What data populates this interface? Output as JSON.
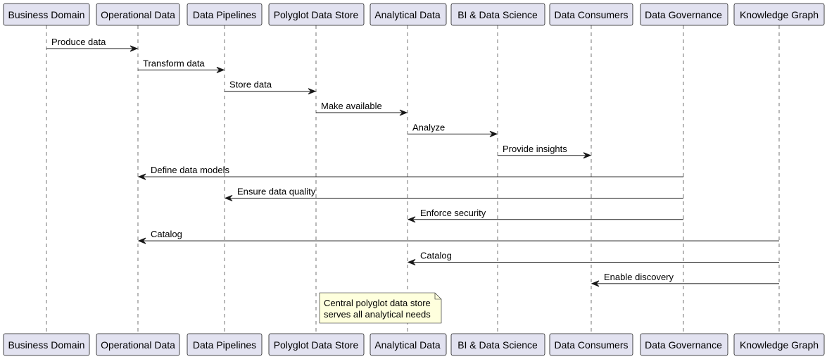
{
  "participants": [
    "Business Domain",
    "Operational Data",
    "Data Pipelines",
    "Polyglot Data Store",
    "Analytical Data",
    "BI & Data Science",
    "Data Consumers",
    "Data Governance",
    "Knowledge Graph"
  ],
  "messages": [
    {
      "from": 0,
      "to": 1,
      "label": "Produce data"
    },
    {
      "from": 1,
      "to": 2,
      "label": "Transform data"
    },
    {
      "from": 2,
      "to": 3,
      "label": "Store data"
    },
    {
      "from": 3,
      "to": 4,
      "label": "Make available"
    },
    {
      "from": 4,
      "to": 5,
      "label": "Analyze"
    },
    {
      "from": 5,
      "to": 6,
      "label": "Provide insights"
    },
    {
      "from": 7,
      "to": 1,
      "label": "Define data models"
    },
    {
      "from": 7,
      "to": 2,
      "label": "Ensure data quality"
    },
    {
      "from": 7,
      "to": 4,
      "label": "Enforce security"
    },
    {
      "from": 8,
      "to": 1,
      "label": "Catalog"
    },
    {
      "from": 8,
      "to": 4,
      "label": "Catalog"
    },
    {
      "from": 8,
      "to": 6,
      "label": "Enable discovery"
    }
  ],
  "note": {
    "over": 3,
    "lines": [
      "Central polyglot data store",
      "serves all analytical needs"
    ]
  },
  "colors": {
    "participant_fill": "#E2E2F0",
    "note_fill": "#FEFFDD",
    "line": "#181818"
  }
}
